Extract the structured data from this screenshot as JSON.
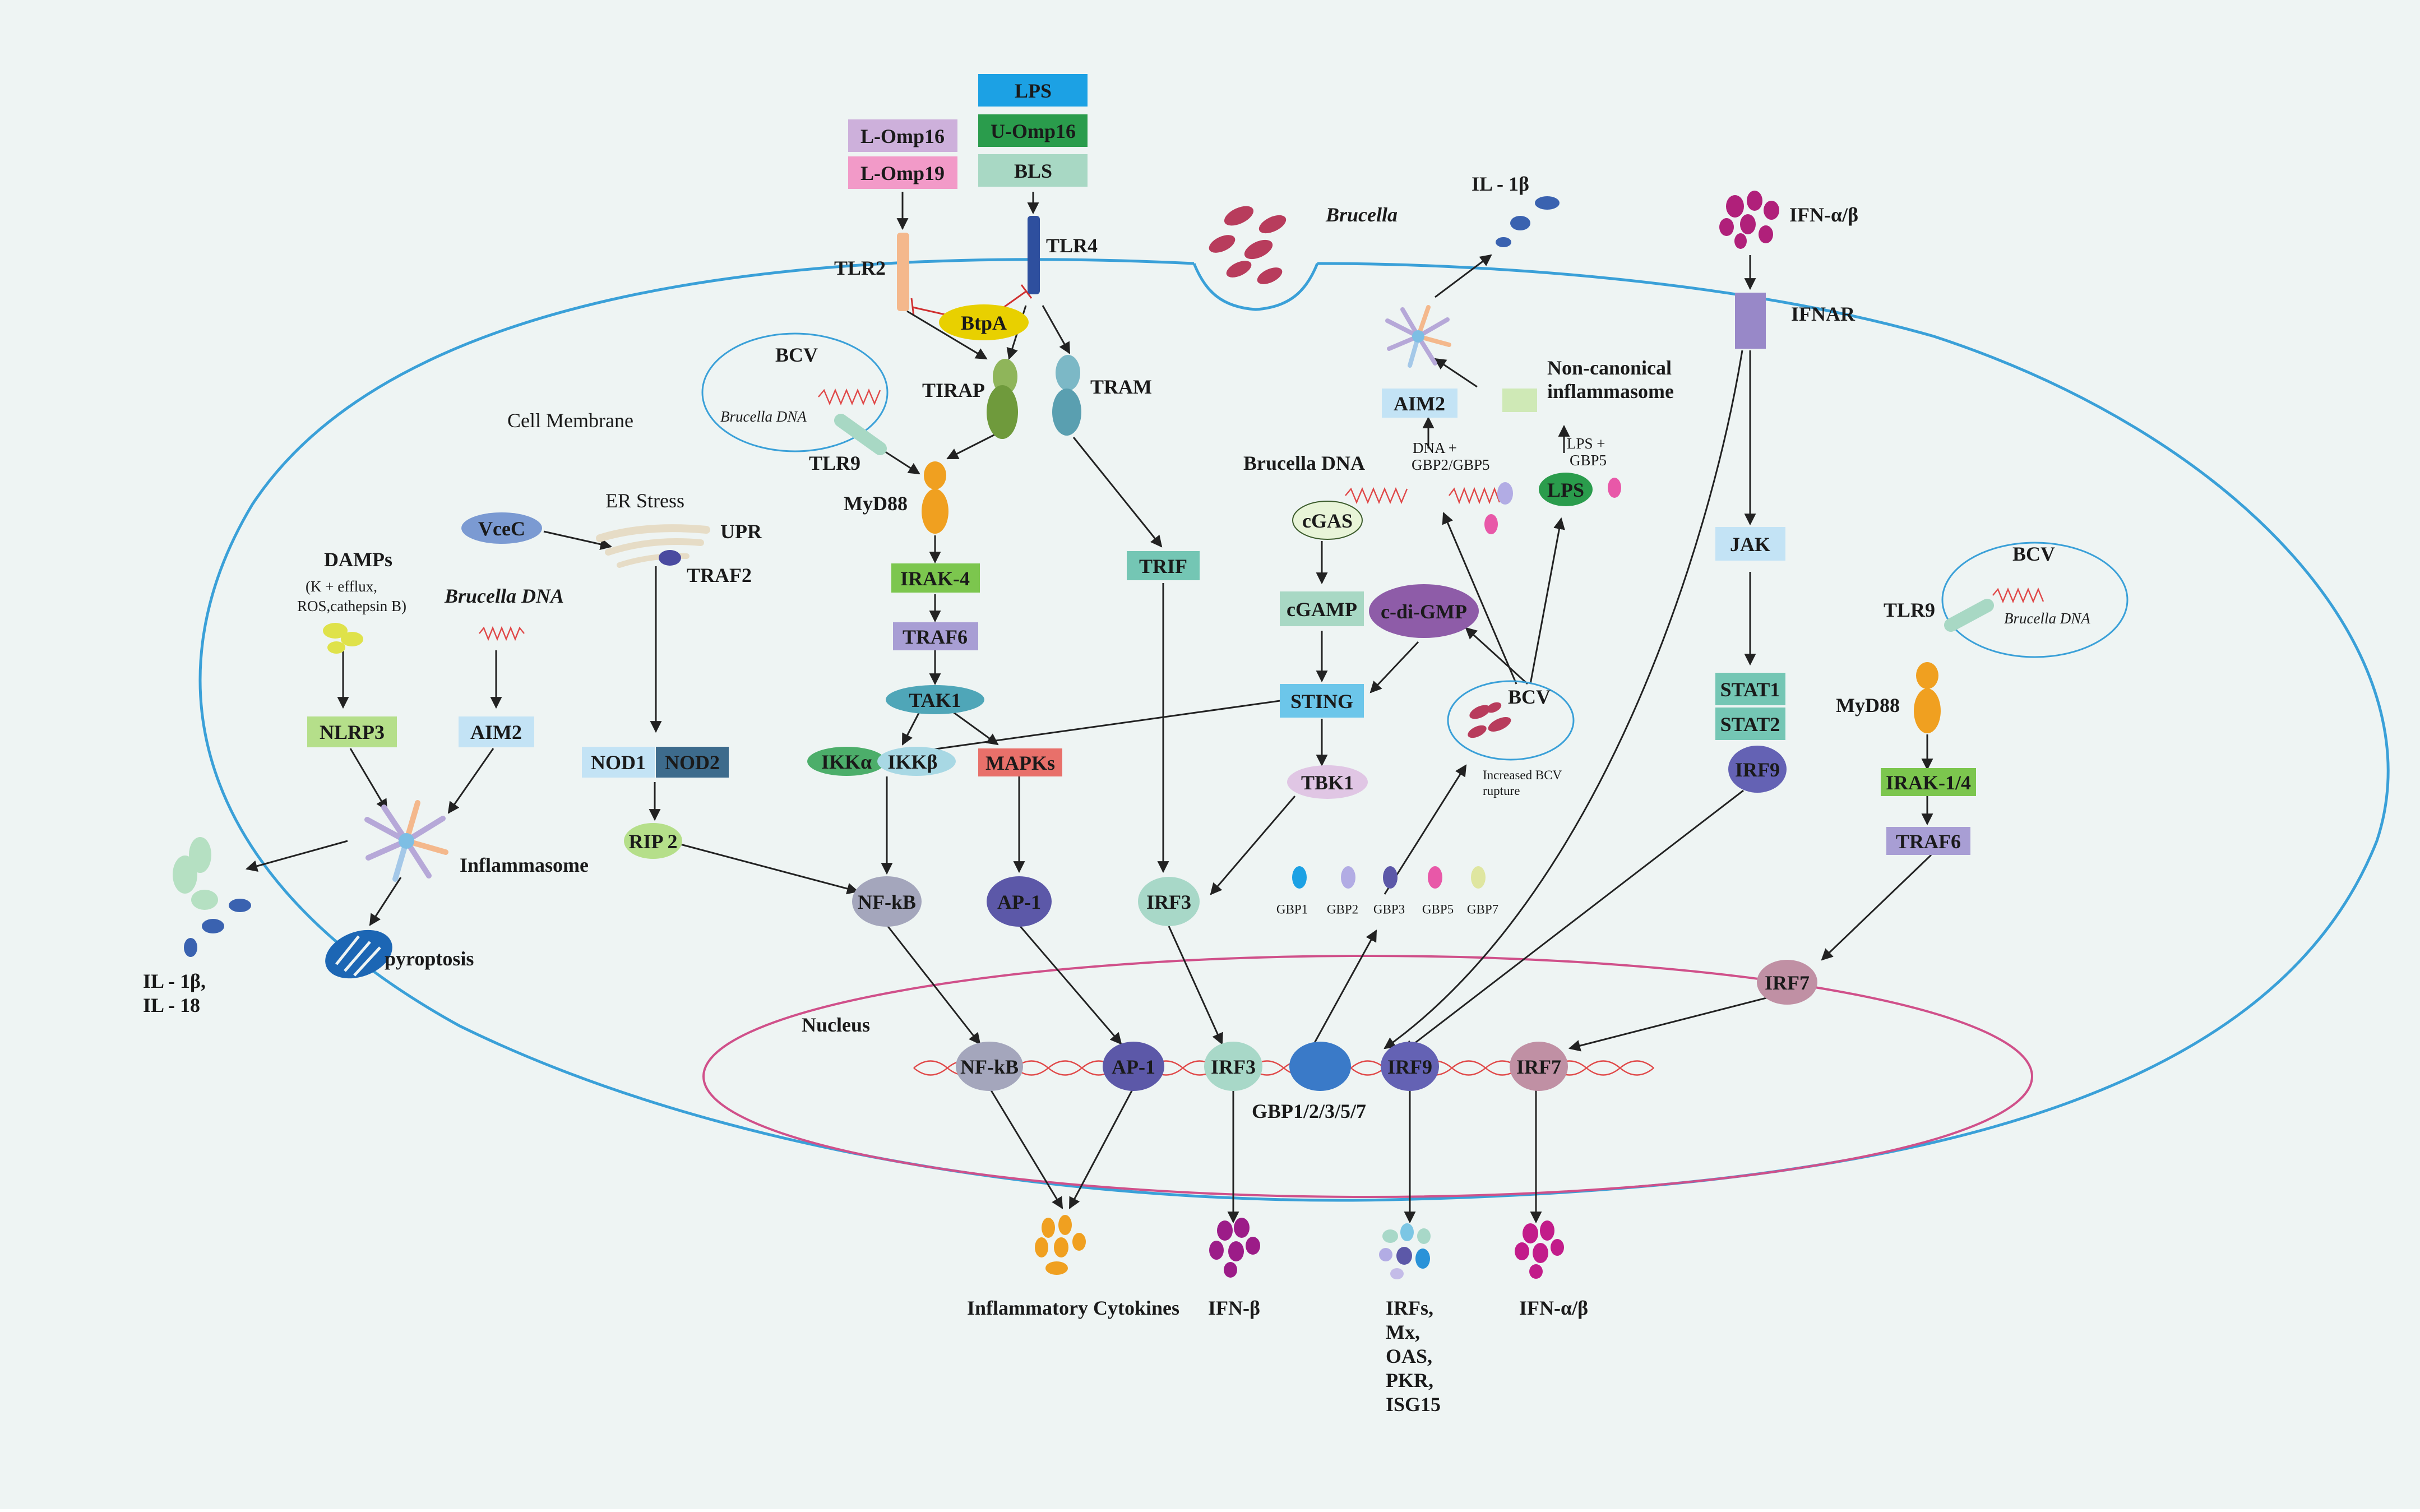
{
  "colors": {
    "background": "#eef4f3",
    "membrane": "#3aa0d8",
    "nucleus": "#d0508a",
    "lps_blue": "#1ca1e4",
    "omp16_green": "#2a9c4c",
    "bls_mint": "#a8d8c4",
    "lomp16_purple": "#cdb0db",
    "lomp19_pink": "#f29ac8",
    "irak_green": "#7cc64e",
    "traf6_lav": "#a89ed4",
    "light_blue_box": "#c3e3f5",
    "mapk_red": "#e8706a",
    "nod2_dark": "#3d6b8c",
    "sting_blue": "#6cc6ea",
    "dna_red": "#e04848",
    "brucella_red": "#b83c5c"
  },
  "labels": {
    "lps": "LPS",
    "u_omp16": "U-Omp16",
    "bls": "BLS",
    "l_omp16": "L-Omp16",
    "l_omp19": "L-Omp19",
    "tlr2": "TLR2",
    "tlr4": "TLR4",
    "btpa": "BtpA",
    "tirap": "TIRAP",
    "tram": "TRAM",
    "bcv": "BCV",
    "brucella_dna": "Brucella DNA",
    "tlr9": "TLR9",
    "myd88": "MyD88",
    "irak4": "IRAK-4",
    "traf6": "TRAF6",
    "tak1": "TAK1",
    "ikka": "IKKα",
    "ikkb": "IKKβ",
    "mapks": "MAPKs",
    "trif": "TRIF",
    "nfkb": "NF-kB",
    "ap1": "AP-1",
    "irf3": "IRF3",
    "cell_membrane": "Cell Membrane",
    "vcec": "VceC",
    "er_stress": "ER Stress",
    "upr": "UPR",
    "traf2": "TRAF2",
    "damps": "DAMPs",
    "damps_sub_1": "(K + efflux,",
    "damps_sub_2": "ROS,cathepsin B)",
    "nlrp3": "NLRP3",
    "aim2": "AIM2",
    "nod1": "NOD1",
    "nod2": "NOD2",
    "rip2": "RIP 2",
    "inflammasome": "Inflammasome",
    "pyroptosis": "pyroptosis",
    "il1b_il18_1": "IL - 1β,",
    "il1b_il18_2": "IL - 18",
    "brucella": "Brucella",
    "il1b_top": "IL - 1β",
    "non_canonical_1": "Non-canonical",
    "non_canonical_2": "inflammasome",
    "dna_gbp_1": "DNA +",
    "dna_gbp_2": "GBP2/GBP5",
    "lps_gbp_1": "LPS +",
    "lps_gbp_2": "GBP5",
    "cgas": "cGAS",
    "cgamp": "cGAMP",
    "cdigmp": "c-di-GMP",
    "sting": "STING",
    "tbk1": "TBK1",
    "bcv_rupture_1": "Increased BCV",
    "bcv_rupture_2": "rupture",
    "gbp1": "GBP1",
    "gbp2": "GBP2",
    "gbp3": "GBP3",
    "gbp5": "GBP5",
    "gbp7": "GBP7",
    "ifn_ab_top": "IFN-α/β",
    "ifnar": "IFNAR",
    "jak": "JAK",
    "stat1": "STAT1",
    "stat2": "STAT2",
    "irf9": "IRF9",
    "irak14": "IRAK-1/4",
    "irf7": "IRF7",
    "nucleus": "Nucleus",
    "gbp_genes": "GBP1/2/3/5/7",
    "inflammatory_cytokines": "Inflammatory Cytokines",
    "ifn_b": "IFN-β",
    "isg_1": "IRFs,",
    "isg_2": "Mx,",
    "isg_3": "OAS,",
    "isg_4": "PKR,",
    "isg_5": "ISG15",
    "ifn_ab_bottom": "IFN-α/β"
  }
}
